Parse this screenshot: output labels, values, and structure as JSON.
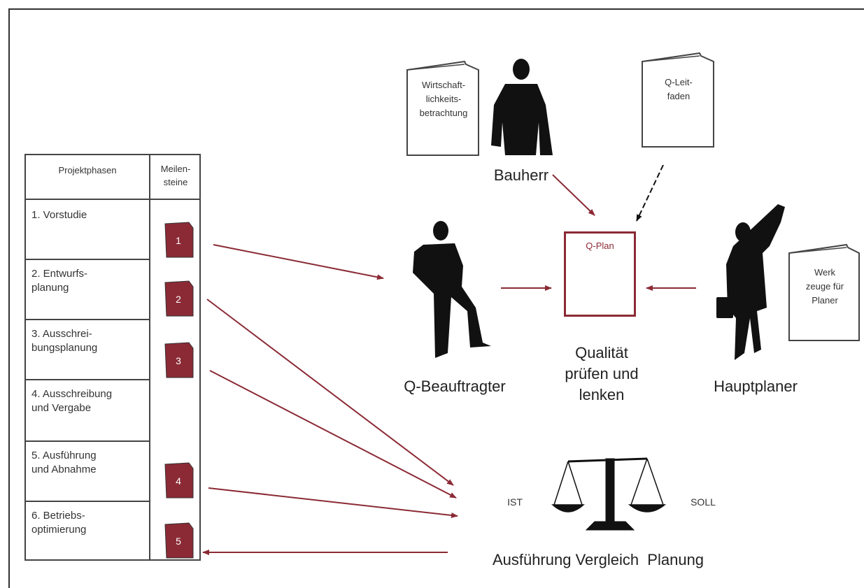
{
  "table": {
    "header_phases": "Projektphasen",
    "header_milestones": "Meilen-\nsteine",
    "phases": [
      "1. Vorstudie",
      "2. Entwurfs-\nplanung",
      "3. Ausschrei-\nbungsplanung",
      "4. Ausschreibung\nund Vergabe",
      "5. Ausführung\nund Abnahme",
      "6. Betriebs-\noptimierung"
    ],
    "milestones": [
      "1",
      "2",
      "3",
      "4",
      "5"
    ]
  },
  "documents": {
    "wirtschaftlichkeit": "Wirtschaft-\nlichkeits-\nbetrachtung",
    "q_leitfaden": "Q-Leit-\nfaden",
    "werkzeuge": "Werk\nzeuge für\nPlaner"
  },
  "roles": {
    "bauherr": "Bauherr",
    "q_beauftragter": "Q-Beauftragter",
    "hauptplaner": "Hauptplaner"
  },
  "center": {
    "q_plan": "Q-Plan",
    "quality": "Qualität\nprüfen und\nlenken"
  },
  "scale": {
    "ist": "IST",
    "soll": "SOLL",
    "comparison": "Ausführung Vergleich  Planung"
  },
  "colors": {
    "accent": "#8b2a35",
    "line": "#444444",
    "silhouette": "#111111"
  }
}
